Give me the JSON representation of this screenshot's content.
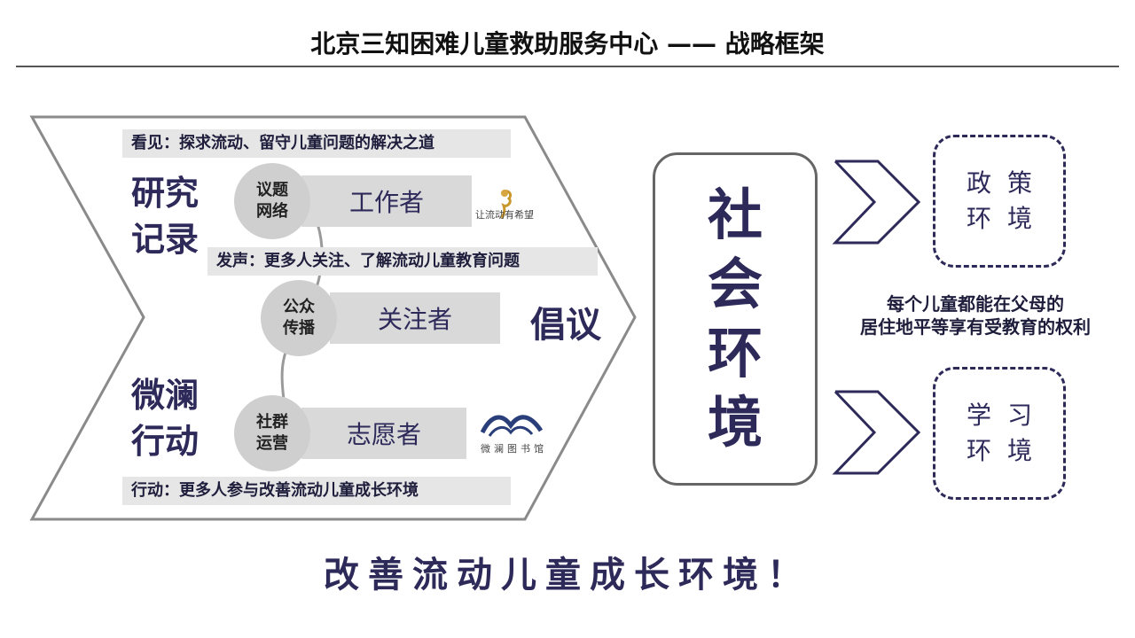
{
  "title": "北京三知困难儿童救助服务中心 —— 战略框架",
  "banners": {
    "see": "看见：探求流动、留守儿童问题的解决之道",
    "voice": "发声：更多人关注、了解流动儿童教育问题",
    "act": "行动：更多人参与改善流动儿童成长环境"
  },
  "side_labels": {
    "research": [
      "研究",
      "记录"
    ],
    "weilan": [
      "微澜",
      "行动"
    ],
    "advocacy": "倡议"
  },
  "rows": [
    {
      "circle": [
        "议题",
        "网络"
      ],
      "role": "工作者"
    },
    {
      "circle": [
        "公众",
        "传播"
      ],
      "role": "关注者"
    },
    {
      "circle": [
        "社群",
        "运营"
      ],
      "role": "志愿者"
    }
  ],
  "logos": {
    "top_logo_text": "让流动有希望",
    "bottom_logo_text": "微澜图书馆"
  },
  "social": [
    "社",
    "会",
    "环",
    "境"
  ],
  "targets": [
    [
      "政策",
      "环境"
    ],
    [
      "学习",
      "环境"
    ]
  ],
  "note": [
    "每个儿童都能在父母的",
    "居住地平等享有受教育的权利"
  ],
  "slogan": "改善流动儿童成长环境！",
  "colors": {
    "navy": "#2d2a5a",
    "gray": "#d9d9d9",
    "banner": "#e6e6e6"
  }
}
